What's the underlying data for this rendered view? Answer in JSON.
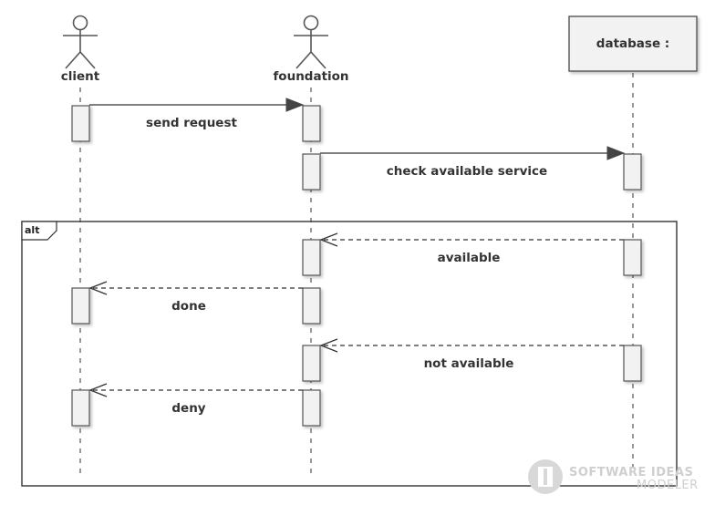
{
  "participants": [
    {
      "id": "client",
      "label": "client",
      "kind": "actor"
    },
    {
      "id": "foundation",
      "label": "foundation",
      "kind": "actor"
    },
    {
      "id": "database",
      "label": "database :",
      "kind": "object"
    }
  ],
  "fragment": {
    "operator": "alt"
  },
  "messages": [
    {
      "label": "send request",
      "from": "client",
      "to": "foundation",
      "style": "sync"
    },
    {
      "label": "check available service",
      "from": "foundation",
      "to": "database",
      "style": "sync"
    },
    {
      "label": "available",
      "from": "database",
      "to": "foundation",
      "style": "return"
    },
    {
      "label": "done",
      "from": "foundation",
      "to": "client",
      "style": "return"
    },
    {
      "label": "not available",
      "from": "database",
      "to": "foundation",
      "style": "return"
    },
    {
      "label": "deny",
      "from": "foundation",
      "to": "client",
      "style": "return"
    }
  ],
  "watermark": {
    "line1": "SOFTWARE IDEAS",
    "line2": "MODELER"
  }
}
